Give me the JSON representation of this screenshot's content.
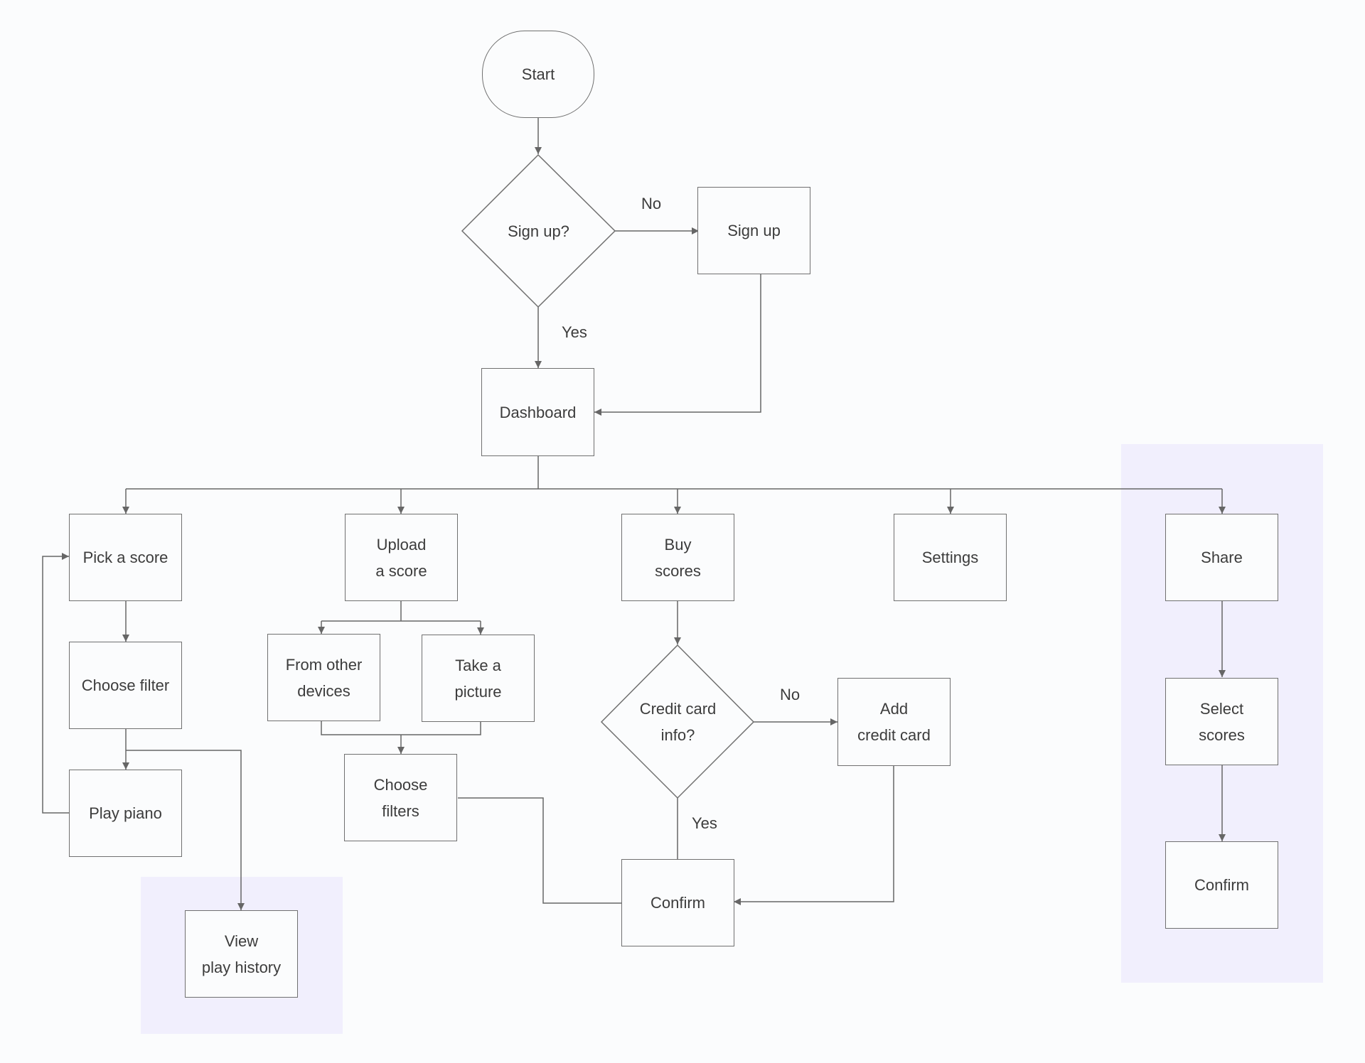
{
  "nodes": {
    "start": "Start",
    "signup_q": "Sign up?",
    "signup": "Sign up",
    "dashboard": "Dashboard",
    "pick_score": "Pick a score",
    "choose_filter": "Choose filter",
    "play_piano": "Play piano",
    "view_history": "View\nplay history",
    "upload_score": "Upload\na score",
    "from_devices": "From other\ndevices",
    "take_picture": "Take a\npicture",
    "choose_filters": "Choose\nfilters",
    "buy_scores": "Buy\nscores",
    "credit_q": "Credit card\ninfo?",
    "add_card": "Add\ncredit card",
    "confirm_buy": "Confirm",
    "settings": "Settings",
    "share": "Share",
    "select_scores": "Select\nscores",
    "confirm_share": "Confirm"
  },
  "edge_labels": {
    "signup_no": "No",
    "signup_yes": "Yes",
    "credit_no": "No",
    "credit_yes": "Yes"
  },
  "colors": {
    "line": "#666666",
    "highlight": "#f1effd",
    "background": "#fbfcfd"
  }
}
